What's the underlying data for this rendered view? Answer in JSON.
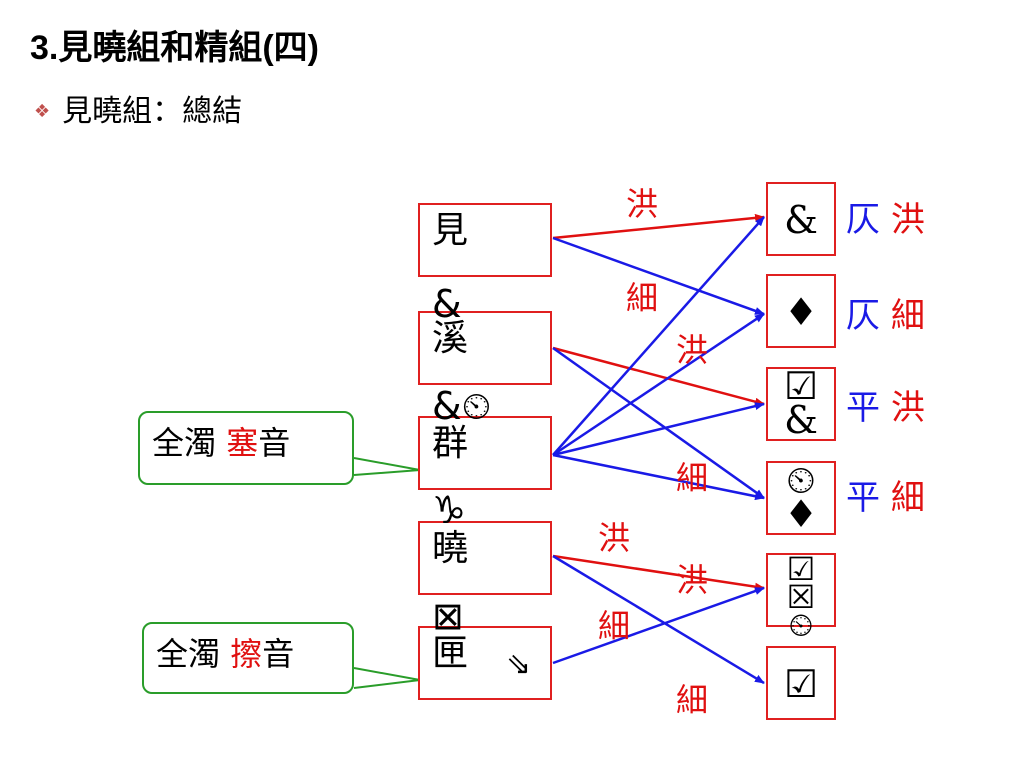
{
  "title": "3.見曉組和精組(四)",
  "bullet": {
    "icon": "diamond-bullet-icon",
    "text": "見曉組：總結"
  },
  "left_boxes": [
    {
      "id": "jian",
      "text": "見"
    },
    {
      "id": "xi",
      "text": "溪"
    },
    {
      "id": "qun",
      "text": "群"
    },
    {
      "id": "xiao",
      "text": "曉"
    },
    {
      "id": "xia",
      "text": "匣"
    }
  ],
  "left_glyphs": [
    "&",
    "&⏲",
    "♑",
    "⊠",
    "⇘"
  ],
  "right_boxes": [
    {
      "id": "r1",
      "symbol": "&"
    },
    {
      "id": "r2",
      "symbol": "♦"
    },
    {
      "id": "r3",
      "symbol": "☑\n&"
    },
    {
      "id": "r4",
      "symbol": "⏲\n♦"
    },
    {
      "id": "r5",
      "symbol": "☑\n☒\n⏲"
    },
    {
      "id": "r6",
      "symbol": "☑"
    }
  ],
  "right_labels": [
    {
      "tone": "仄",
      "type": "洪"
    },
    {
      "tone": "仄",
      "type": "細"
    },
    {
      "tone": "平",
      "type": "洪"
    },
    {
      "tone": "平",
      "type": "細"
    }
  ],
  "edge_labels": [
    "洪",
    "細",
    "洪",
    "細",
    "洪",
    "洪",
    "細",
    "細"
  ],
  "callouts": [
    {
      "prefix": "全濁",
      "highlight": "塞",
      "suffix": "音"
    },
    {
      "prefix": "全濁",
      "highlight": "擦",
      "suffix": "音"
    }
  ],
  "edges": [
    {
      "from": "jian",
      "to": "r1",
      "color": "red"
    },
    {
      "from": "jian",
      "to": "r2",
      "color": "blue"
    },
    {
      "from": "xi",
      "to": "r3",
      "color": "red"
    },
    {
      "from": "xi",
      "to": "r4",
      "color": "blue"
    },
    {
      "from": "qun",
      "to": "r1",
      "color": "blue"
    },
    {
      "from": "qun",
      "to": "r2",
      "color": "blue"
    },
    {
      "from": "qun",
      "to": "r3",
      "color": "blue"
    },
    {
      "from": "qun",
      "to": "r4",
      "color": "blue"
    },
    {
      "from": "xiao",
      "to": "r5",
      "color": "red"
    },
    {
      "from": "xiao",
      "to": "r6",
      "color": "blue"
    },
    {
      "from": "xia",
      "to": "r5",
      "color": "blue"
    }
  ],
  "colors": {
    "red": "#e01010",
    "blue": "#1a1ae6",
    "green": "#2a9d2a",
    "box_border": "#e02020"
  }
}
